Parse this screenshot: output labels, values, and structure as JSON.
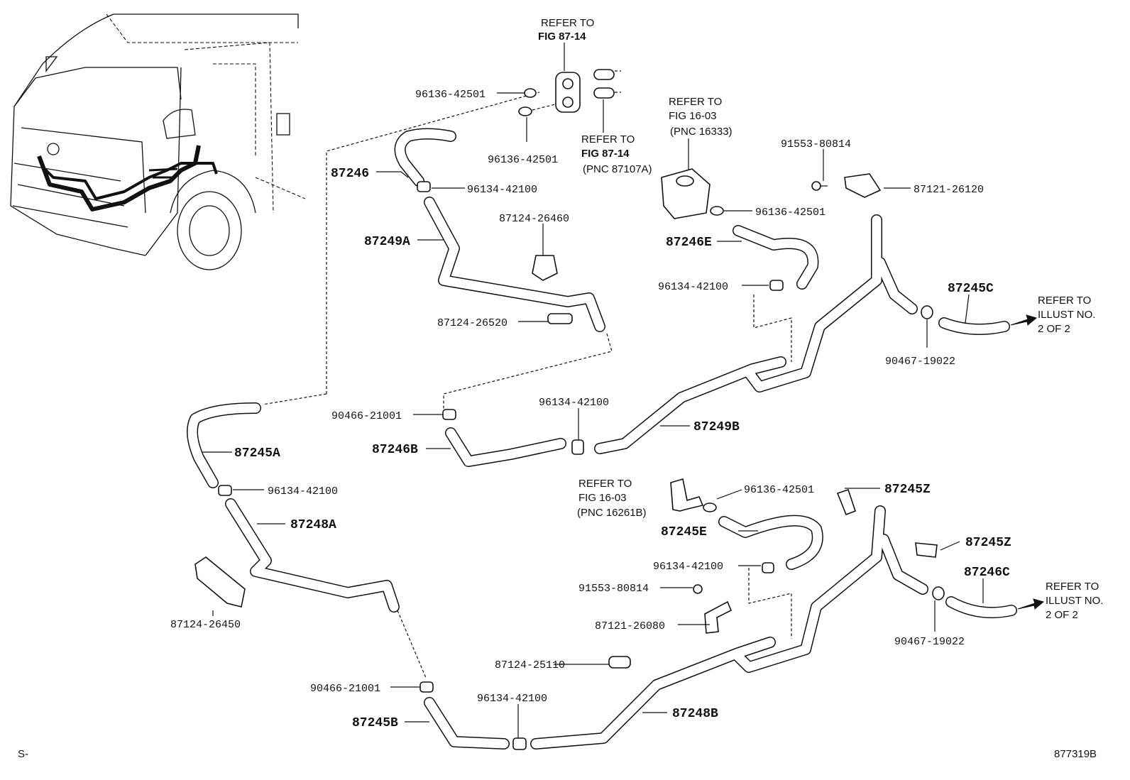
{
  "refs": {
    "fig_87_14_top": {
      "line1": "REFER TO",
      "line2": "FIG 87-14"
    },
    "fig_87_14_pnc": {
      "line1": "REFER TO",
      "line2": "FIG 87-14",
      "line3": "(PNC 87107A)"
    },
    "fig_16_03_upper": {
      "line1": "REFER TO",
      "line2": "FIG 16-03",
      "line3": "(PNC 16333)"
    },
    "fig_16_03_lower": {
      "line1": "REFER TO",
      "line2": "FIG 16-03",
      "line3": "(PNC 16261B)"
    },
    "illust_upper": {
      "line1": "REFER TO",
      "line2": "ILLUST NO.",
      "line3": "2 OF 2"
    },
    "illust_lower": {
      "line1": "REFER TO",
      "line2": "ILLUST NO.",
      "line3": "2 OF 2"
    }
  },
  "labels": {
    "p96136_42501_a": "96136-42501",
    "p96136_42501_b": "96136-42501",
    "p87246": "87246",
    "p96134_42100_a": "96134-42100",
    "p87249A": "87249A",
    "p87124_26460": "87124-26460",
    "p87124_26520": "87124-26520",
    "p96136_42501_c": "96136-42501",
    "p87246E": "87246E",
    "p96134_42100_b": "96134-42100",
    "p91553_80814_a": "91553-80814",
    "p87121_26120": "87121-26120",
    "p87245C": "87245C",
    "p90467_19022_a": "90467-19022",
    "p90466_21001_a": "90466-21001",
    "p96134_42100_c": "96134-42100",
    "p87246B": "87246B",
    "p87249B": "87249B",
    "p87245A": "87245A",
    "p96134_42100_d": "96134-42100",
    "p87248A": "87248A",
    "p87124_26450": "87124-26450",
    "p96136_42501_d": "96136-42501",
    "p87245Z_a": "87245Z",
    "p87245E": "87245E",
    "p96134_42100_e": "96134-42100",
    "p91553_80814_b": "91553-80814",
    "p87121_26080": "87121-26080",
    "p87245Z_b": "87245Z",
    "p87246C": "87246C",
    "p90467_19022_b": "90467-19022",
    "p87124_25110": "87124-25110",
    "p90466_21001_b": "90466-21001",
    "p96134_42100_f": "96134-42100",
    "p87245B": "87245B",
    "p87248B": "87248B"
  },
  "footer": {
    "left": "S-",
    "right": "877319B"
  }
}
